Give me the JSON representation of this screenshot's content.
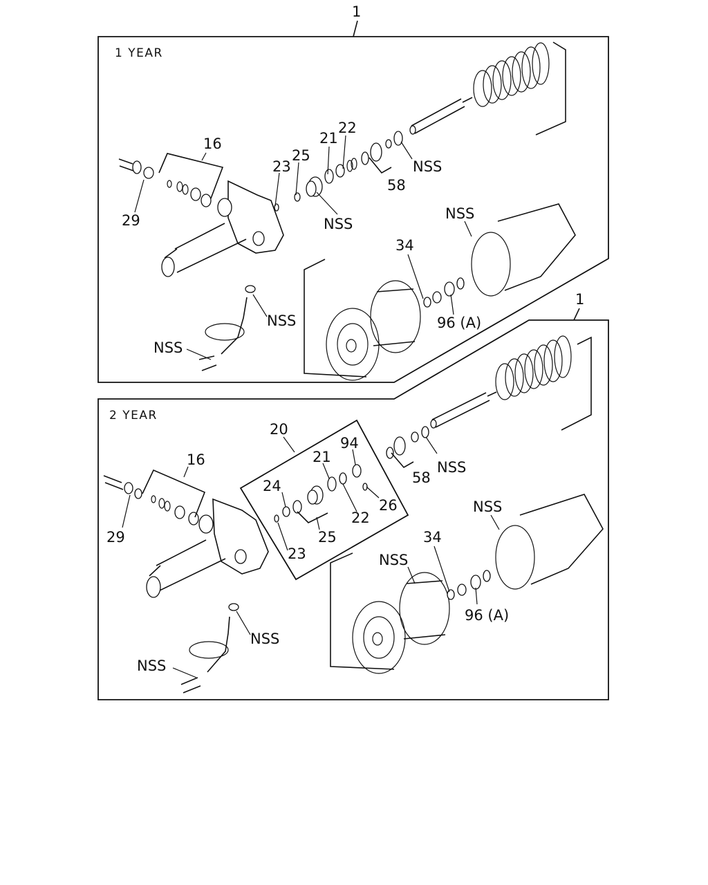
{
  "panels": [
    {
      "year_label": "1 YEAR",
      "top_callout": "1",
      "labels": {
        "l16": "16",
        "l29": "29",
        "l23": "23",
        "l25": "25",
        "l21": "21",
        "l22": "22",
        "l58": "58",
        "nss_spring": "NSS",
        "nss_piston": "NSS",
        "nss_oring": "NSS",
        "l34": "34",
        "l96": "96 (A)",
        "nss_washer": "NSS",
        "nss_fitting": "NSS"
      }
    },
    {
      "year_label": "2 YEAR",
      "top_callout": "1",
      "labels": {
        "l20": "20",
        "l16": "16",
        "l29": "29",
        "l24": "24",
        "l21": "21",
        "l94": "94",
        "l22": "22",
        "l26": "26",
        "l23": "23",
        "l25": "25",
        "l58": "58",
        "nss_spring": "NSS",
        "nss_oring": "NSS",
        "l34": "34",
        "nss_band": "NSS",
        "l96": "96 (A)",
        "nss_washer": "NSS",
        "nss_fitting": "NSS"
      }
    }
  ]
}
